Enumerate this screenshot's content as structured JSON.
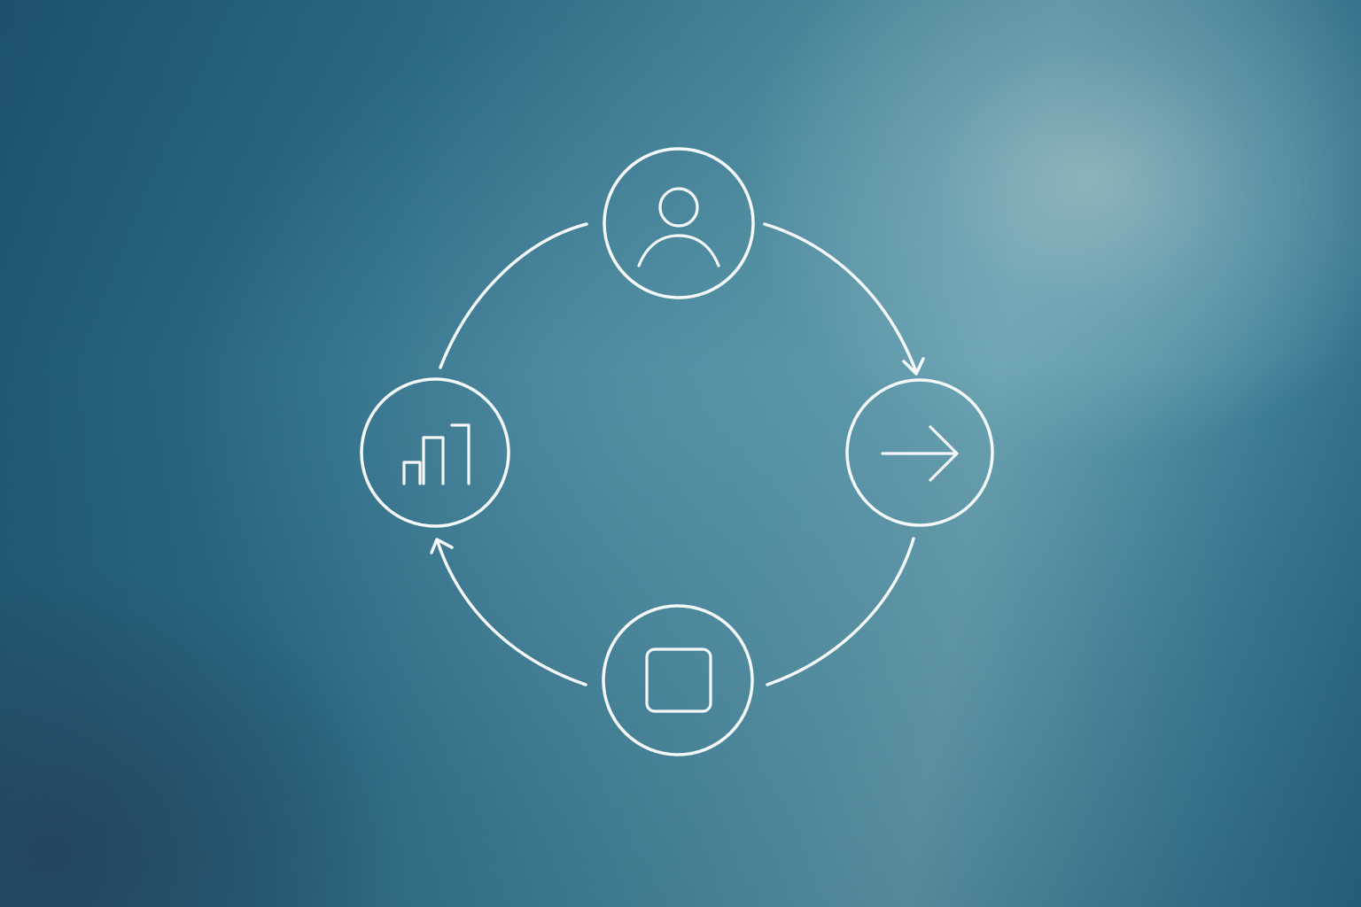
{
  "diagram": {
    "type": "cycle",
    "nodes": [
      {
        "id": "top",
        "icon": "user-icon"
      },
      {
        "id": "right",
        "icon": "arrow-right-icon"
      },
      {
        "id": "bottom",
        "icon": "square-icon"
      },
      {
        "id": "left",
        "icon": "bar-chart-icon"
      }
    ],
    "edges": [
      {
        "from": "top",
        "to": "right",
        "arrowhead": true
      },
      {
        "from": "right",
        "to": "bottom",
        "arrowhead": false
      },
      {
        "from": "bottom",
        "to": "left",
        "arrowhead": true
      },
      {
        "from": "left",
        "to": "top",
        "arrowhead": false
      }
    ],
    "colors": {
      "stroke": "#f4f8f9",
      "background_dark": "#1e5470",
      "background_light": "#9fc2c8"
    }
  }
}
